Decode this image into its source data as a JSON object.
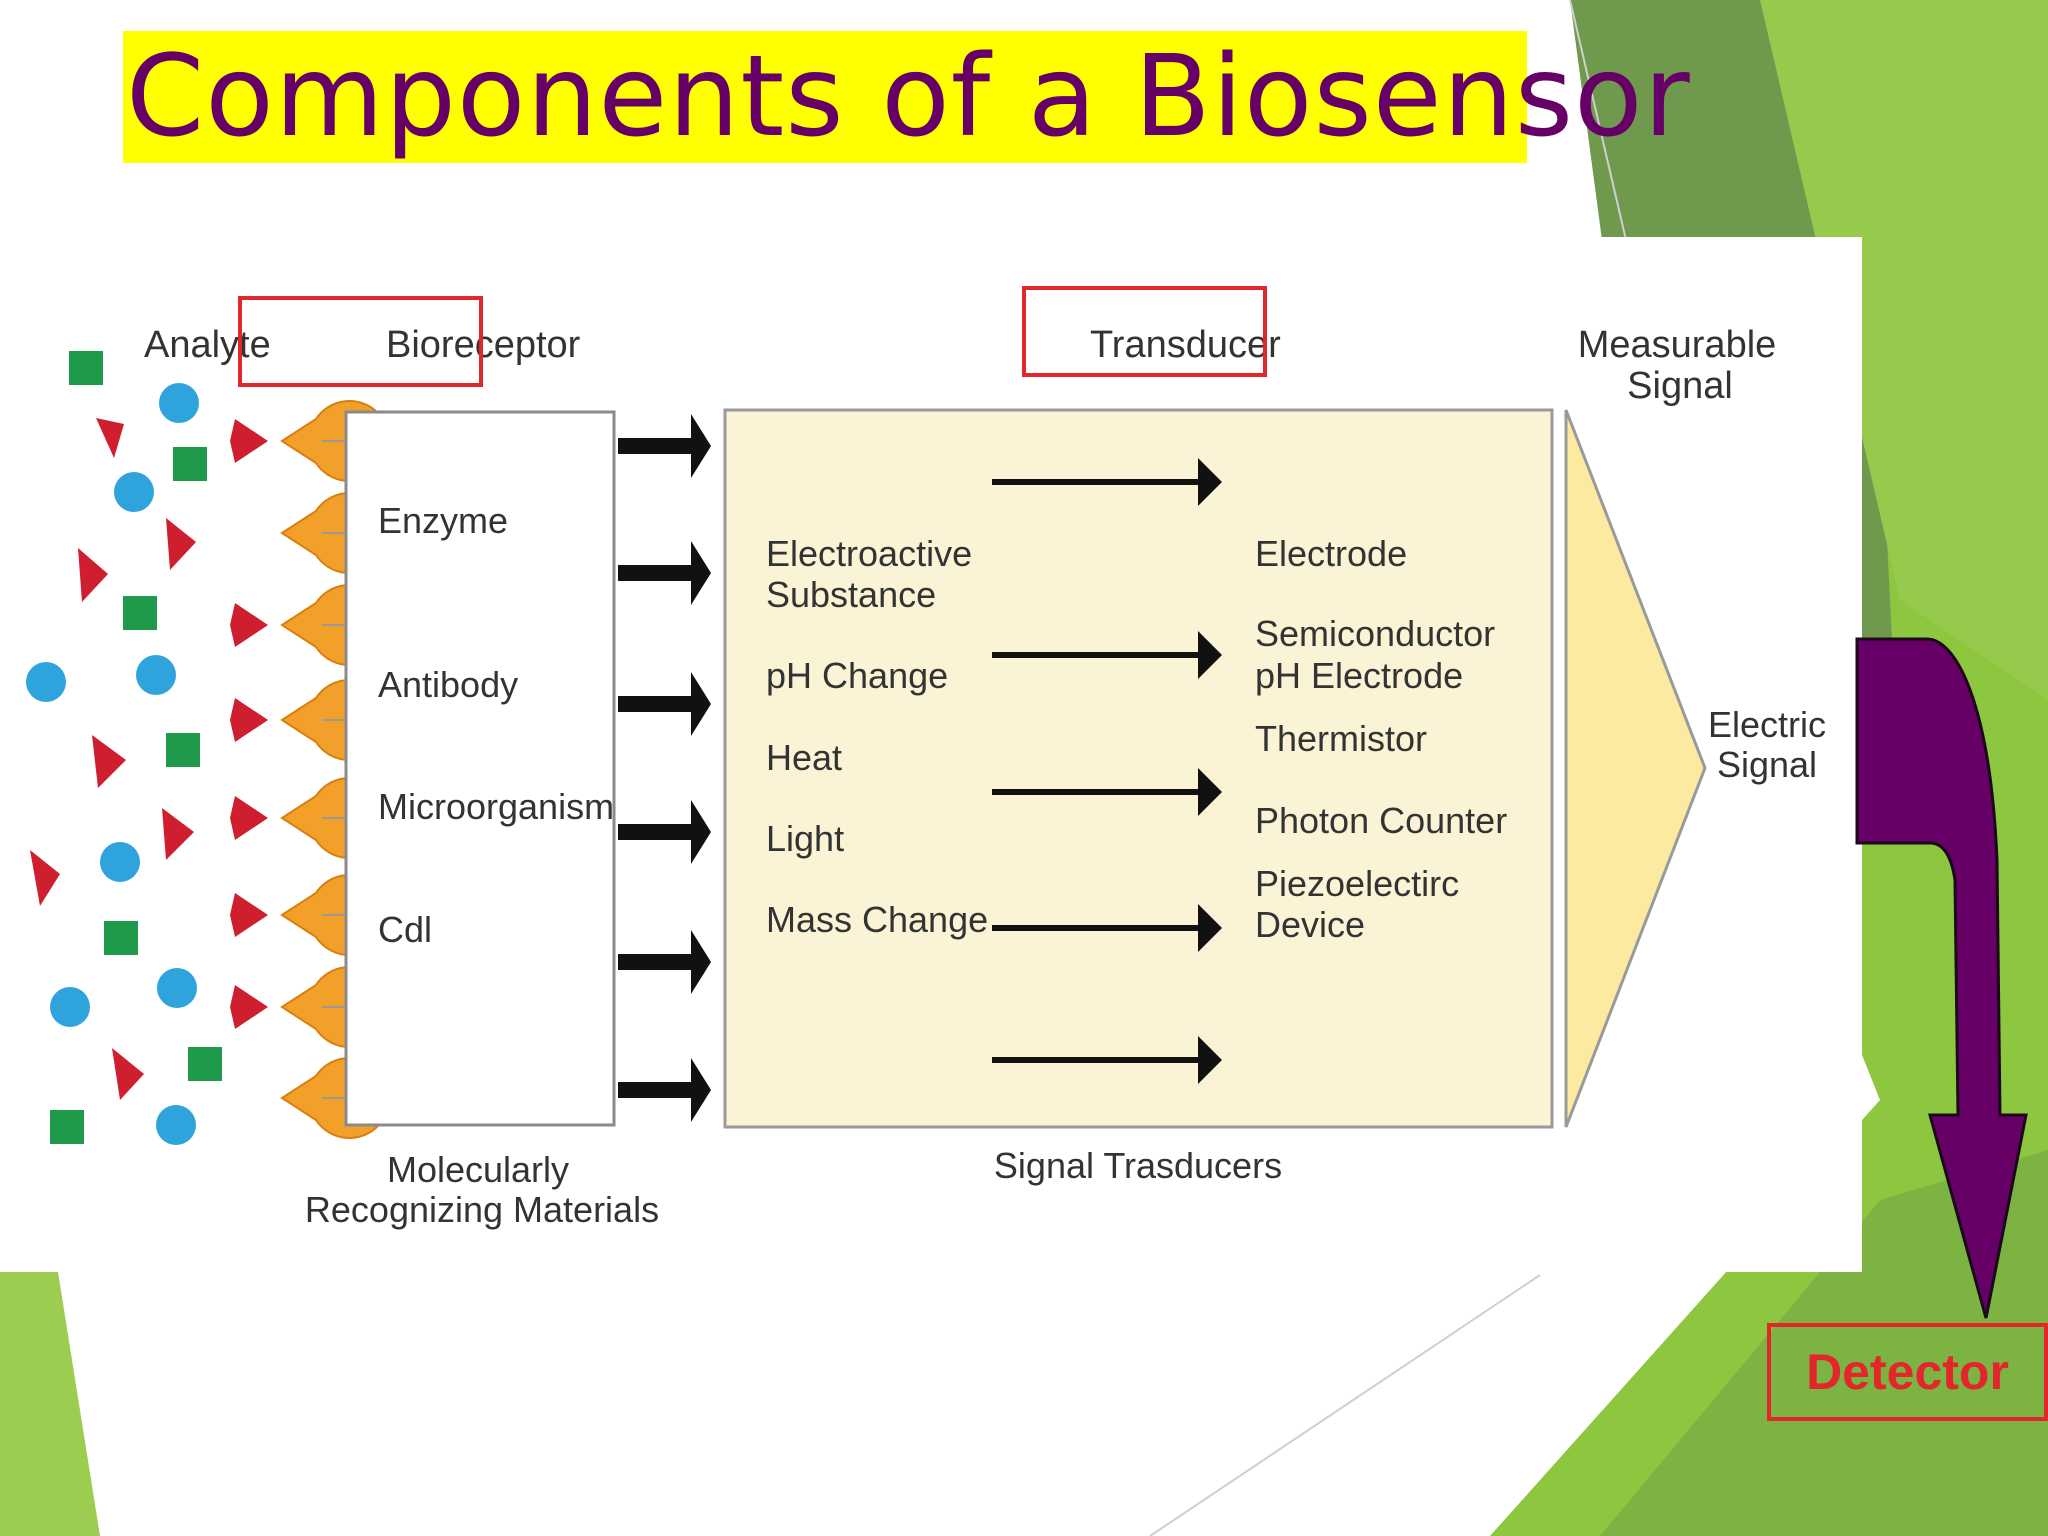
{
  "title": "Components of a Biosensor",
  "diagram": {
    "headers": {
      "analyte": "Analyte",
      "bioreceptor": "Bioreceptor",
      "transducer": "Transducer",
      "measurable_signal_line1": "Measurable",
      "measurable_signal_line2": "Signal"
    },
    "bioreceptors": [
      "Enzyme",
      "Antibody",
      "Microorganism",
      "Cdl"
    ],
    "bioreceptor_caption_line1": "Molecularly",
    "bioreceptor_caption_line2": "Recognizing Materials",
    "transducer_inputs": {
      "electroactive_line1": "Electroactive",
      "electroactive_line2": "Substance",
      "ph_change": "pH Change",
      "heat": "Heat",
      "light": "Light",
      "mass_change": "Mass Change"
    },
    "transducer_outputs": {
      "electrode": "Electrode",
      "semiconductor_line1": "Semiconductor",
      "semiconductor_line2": "pH Electrode",
      "thermistor": "Thermistor",
      "photon_counter": "Photon Counter",
      "piezo_line1": "Piezoelectirc",
      "piezo_line2": "Device"
    },
    "transducer_caption": "Signal Trasducers",
    "signal_line1": "Electric",
    "signal_line2": "Signal"
  },
  "detector_label": "Detector",
  "colors": {
    "title_highlight": "#ffff00",
    "title_text": "#660066",
    "highlight_box": "#e3262b",
    "arrow_purple": "#660066",
    "analyte_square": "#1f9a4a",
    "analyte_circle": "#2fa4dc",
    "analyte_wedge": "#cf1f2e",
    "receptor": "#f3a02b",
    "transducer_fill": "#fbf3d5",
    "signal_fill": "#fbeaa0",
    "theme_green": "#7fba3c"
  }
}
